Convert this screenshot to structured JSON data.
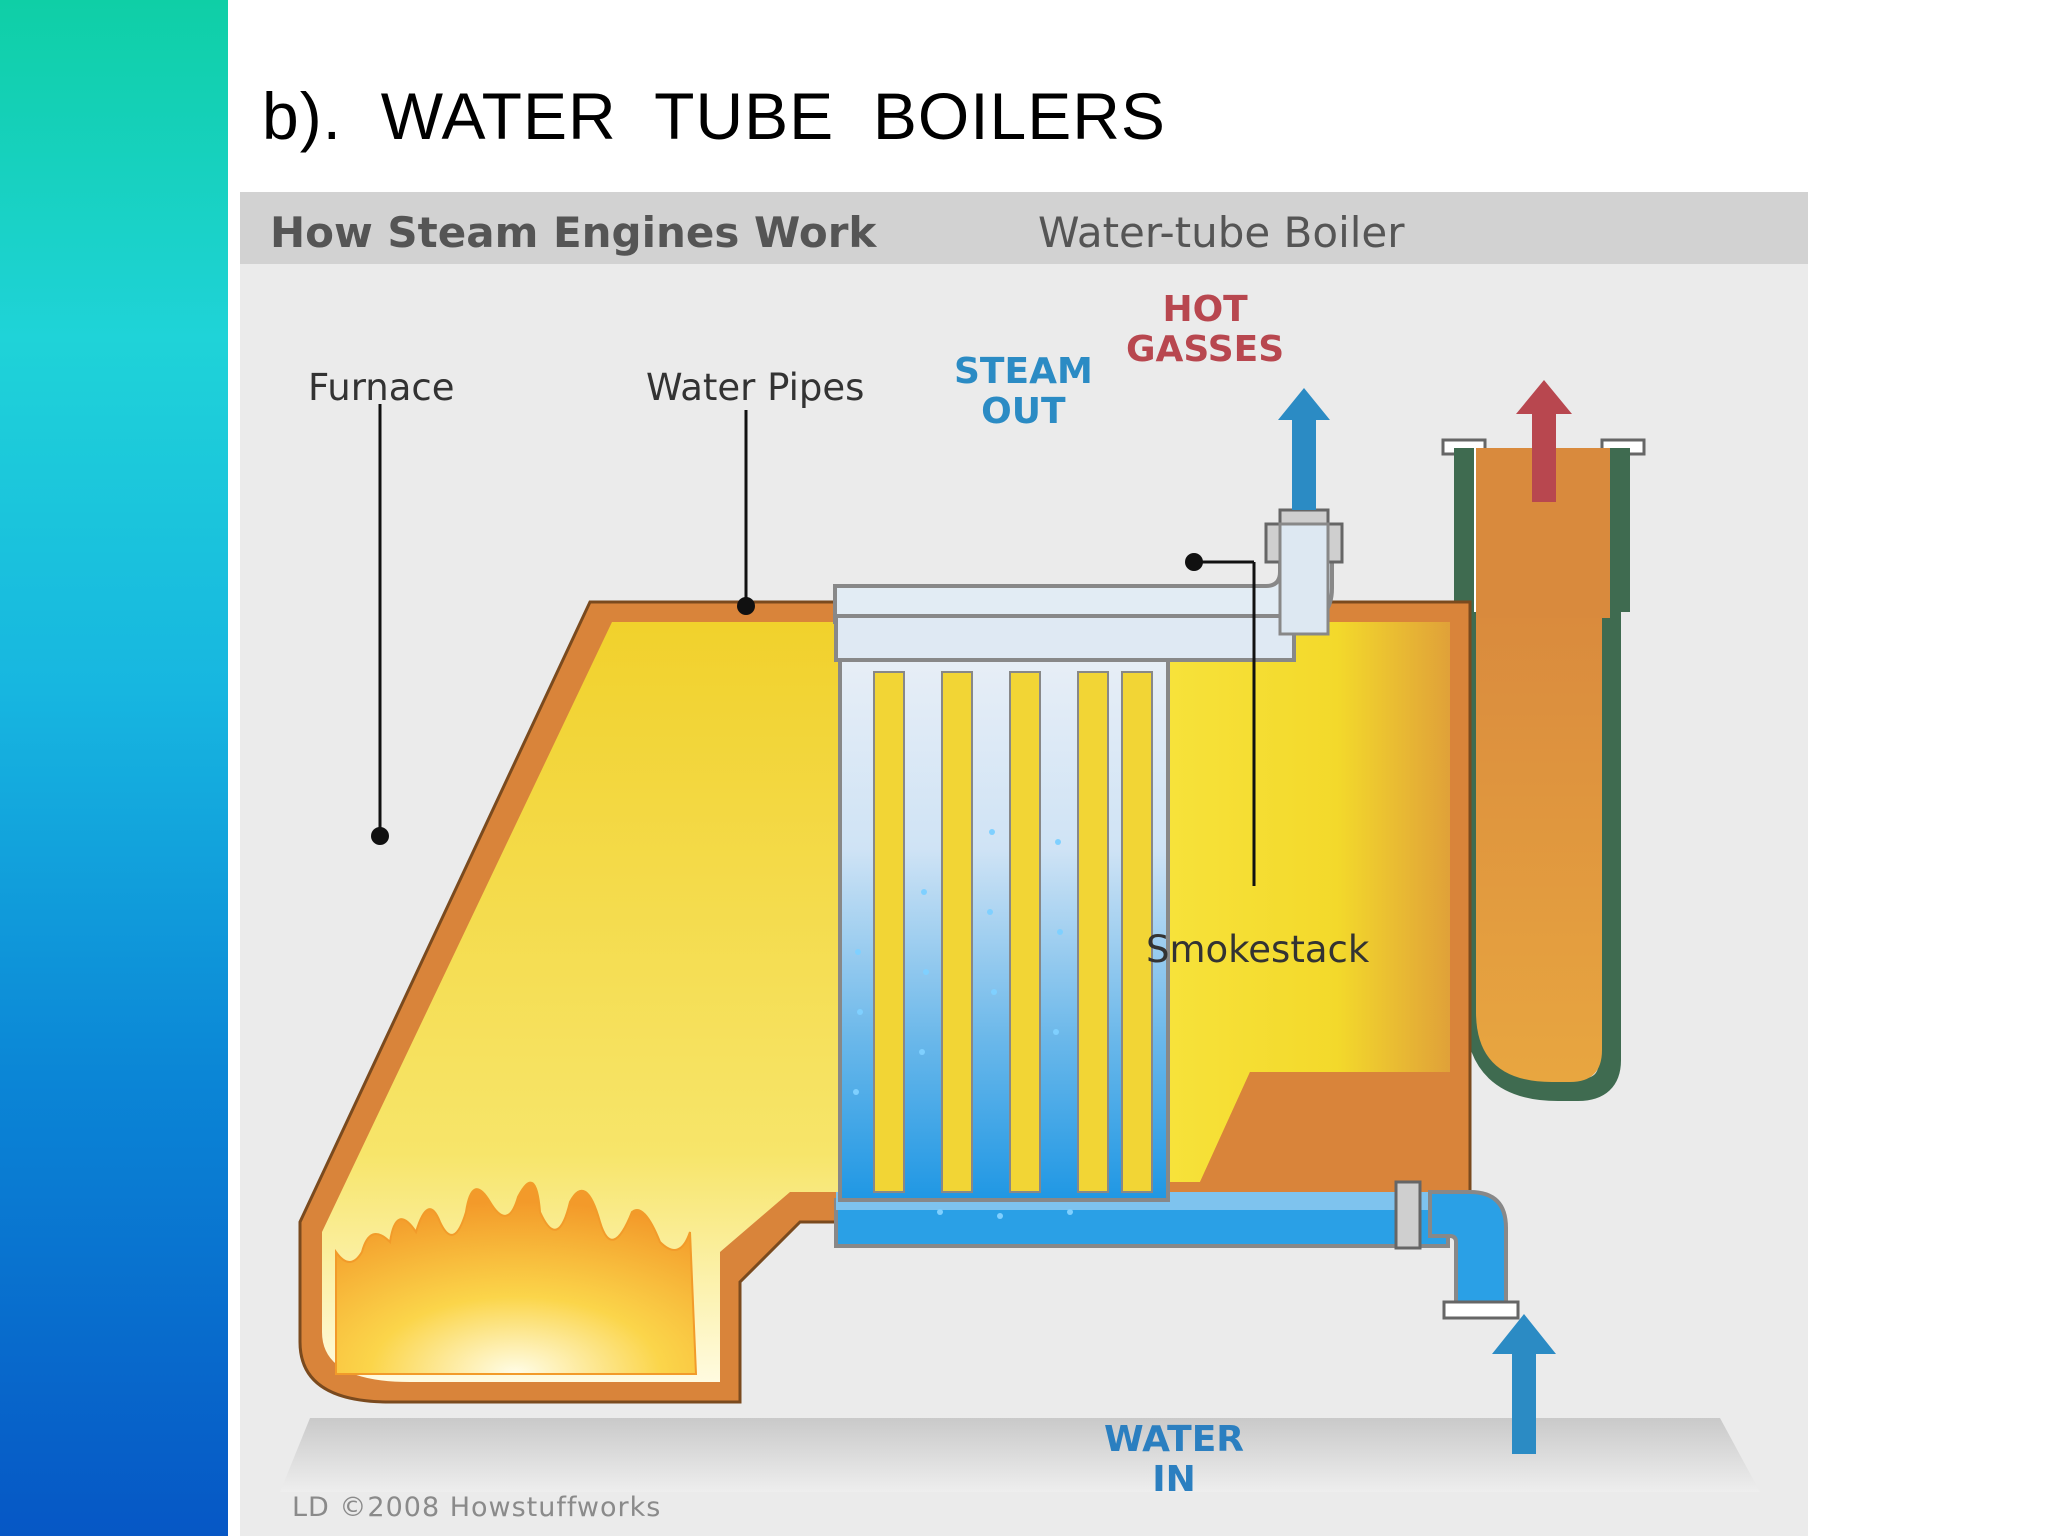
{
  "slide": {
    "title": "b).  WATER  TUBE  BOILERS"
  },
  "figure": {
    "header_main": "How Steam Engines Work",
    "header_sub": "Water-tube Boiler",
    "labels": {
      "furnace": "Furnace",
      "water_pipes": "Water Pipes",
      "steam_out_line1": "STEAM",
      "steam_out_line2": "OUT",
      "hot_gasses_line1": "HOT",
      "hot_gasses_line2": "GASSES",
      "smokestack": "Smokestack",
      "water_in_line1": "WATER",
      "water_in_line2": "IN"
    },
    "credit": "LD ©2008 Howstuffworks"
  },
  "colors": {
    "sidebar_top": "#0fcfa6",
    "sidebar_bottom": "#0657c5",
    "boiler_shell": "#d9843a",
    "flue_gas": "#f3df2e",
    "water": "#2aa0e6",
    "steam_arrow": "#2b8bc4",
    "hot_gas_arrow": "#b8474f",
    "stack_wall": "#3f6b50",
    "water_in_text": "#2b7fc0",
    "hot_gasses_text": "#b8474f"
  }
}
